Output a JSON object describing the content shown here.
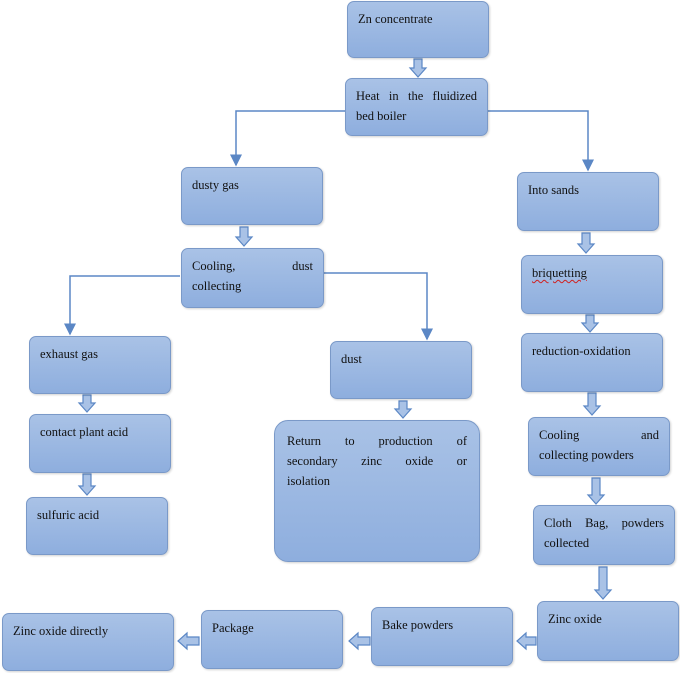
{
  "nodes": {
    "zn": "Zn concentrate",
    "heat_a": "Heat in the fluidized",
    "heat_b": "bed boiler",
    "dusty": "dusty gas",
    "sands": "Into sands",
    "cool_a": "Cooling,          dust",
    "cool_b": "collecting",
    "briq": "briquetting",
    "exhaust": "exhaust gas",
    "dust": "dust",
    "redox": "reduction-oxidation",
    "contact": "contact plant acid",
    "ret_a": "Return to production of",
    "ret_b": "secondary zinc oxide or",
    "ret_c": "isolation",
    "cp_a": "Cooling and",
    "cp_b": "collecting powders",
    "sulf": "sulfuric acid",
    "bag_a": "Cloth Bag, powders",
    "bag_b": "collected",
    "zno": "Zinc oxide",
    "bake": "Bake powders",
    "pkg": "Package",
    "direct": "Zinc oxide directly"
  },
  "colors": {
    "box_fill": "#9db8e2",
    "box_border": "#7a99c8",
    "arrow": "#5b87c5"
  }
}
